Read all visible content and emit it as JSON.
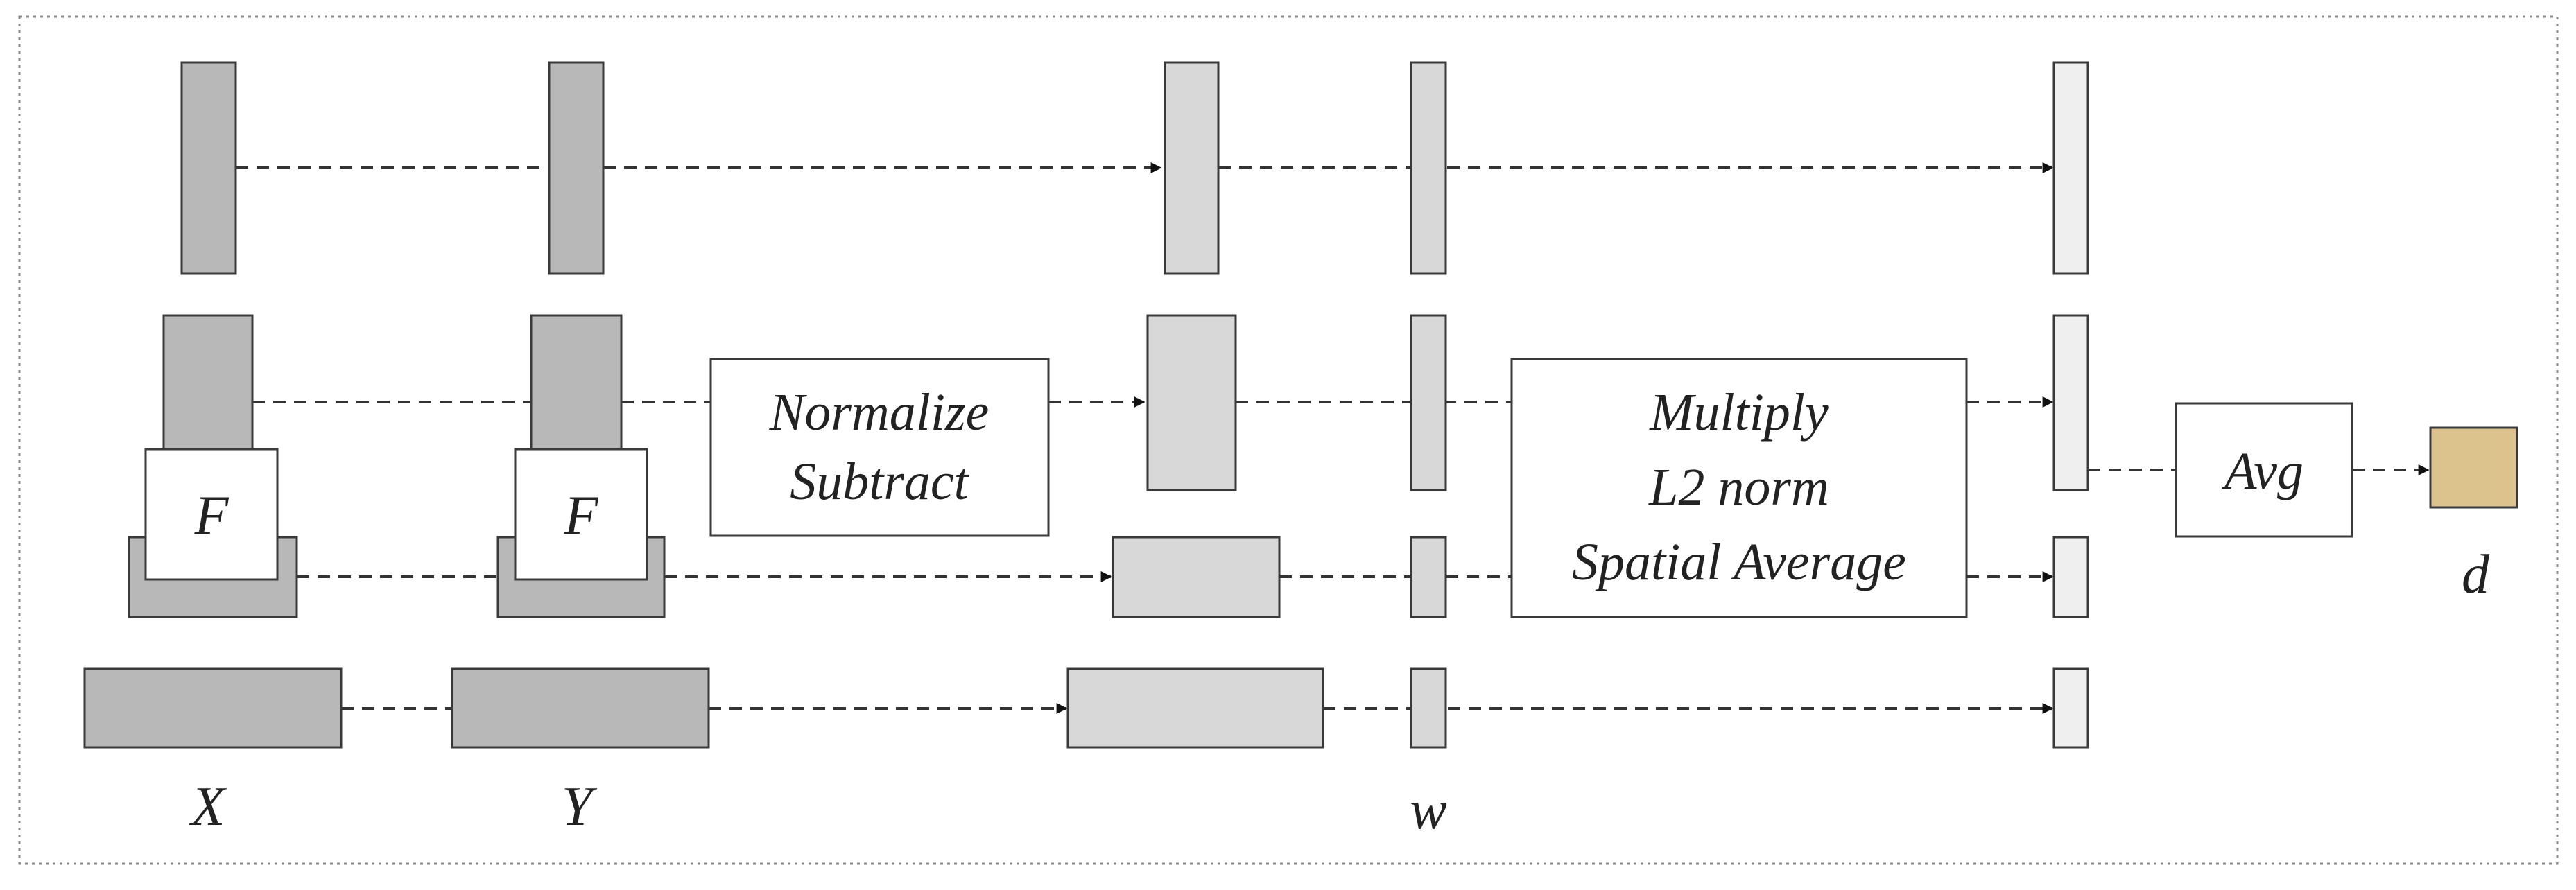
{
  "colors": {
    "dark": "#b8b8b8",
    "medium": "#d8d8d8",
    "light": "#efefef",
    "white": "#ffffff",
    "output": "#dcc28d",
    "stroke": "#3a3a3a",
    "frame": "#8a8a8a"
  },
  "labels": {
    "x": "X",
    "y": "Y",
    "w": "w",
    "d": "d",
    "f_left": "F",
    "f_right": "F"
  },
  "boxes": {
    "normalize_line1": "Normalize",
    "normalize_line2": "Subtract",
    "multiply_line1": "Multiply",
    "multiply_line2": "L2 norm",
    "multiply_line3": "Spatial Average",
    "avg": "Avg"
  }
}
